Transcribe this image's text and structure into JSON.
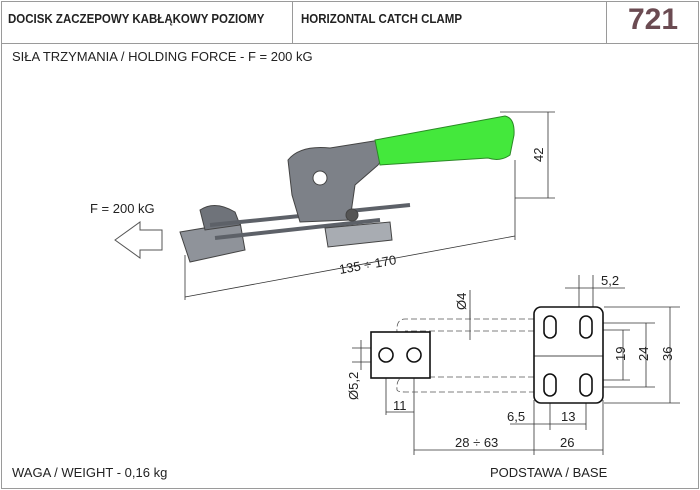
{
  "header": {
    "title_pl": "DOCISK ZACZEPOWY KABŁĄKOWY POZIOMY",
    "title_en": "HORIZONTAL CATCH CLAMP",
    "product_number": "721"
  },
  "subtitle": "SIŁA TRZYMANIA / HOLDING FORCE - F = 200 kG",
  "drawing": {
    "force_label": "F = 200 kG",
    "length_dim": "135 ÷ 170",
    "height_dim": "42",
    "handle_color": "#44e83c"
  },
  "base": {
    "label": "PODSTAWA / BASE",
    "dims": {
      "slot_width": "5,2",
      "hook_hole": "Ø4",
      "hole_dia": "Ø5,2",
      "hole_spacing": "11",
      "offset": "6,5",
      "slot_spacing": "13",
      "range": "28 ÷ 63",
      "base_width": "26",
      "d19": "19",
      "d24": "24",
      "d36": "36"
    }
  },
  "footer": {
    "weight": "WAGA / WEIGHT - 0,16 kg"
  }
}
